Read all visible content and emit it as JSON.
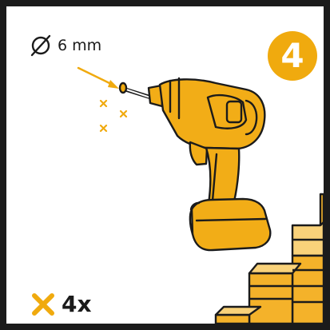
{
  "diameter": {
    "icon": "diameter-symbol",
    "value": "6 mm"
  },
  "step": {
    "number": "4"
  },
  "quantity": {
    "icon": "cross-mark-icon",
    "value": "4x"
  },
  "illustration": {
    "tool": "cordless-drill-icon",
    "surface": "staircase",
    "hole_marks": 3
  },
  "colors": {
    "accent": "#f0aa0e",
    "outline": "#1b1b1b",
    "drill_body": "#f2ad17",
    "stair_face": "#f4b22a",
    "stair_top": "#f9d27a",
    "background": "#ffffff"
  }
}
